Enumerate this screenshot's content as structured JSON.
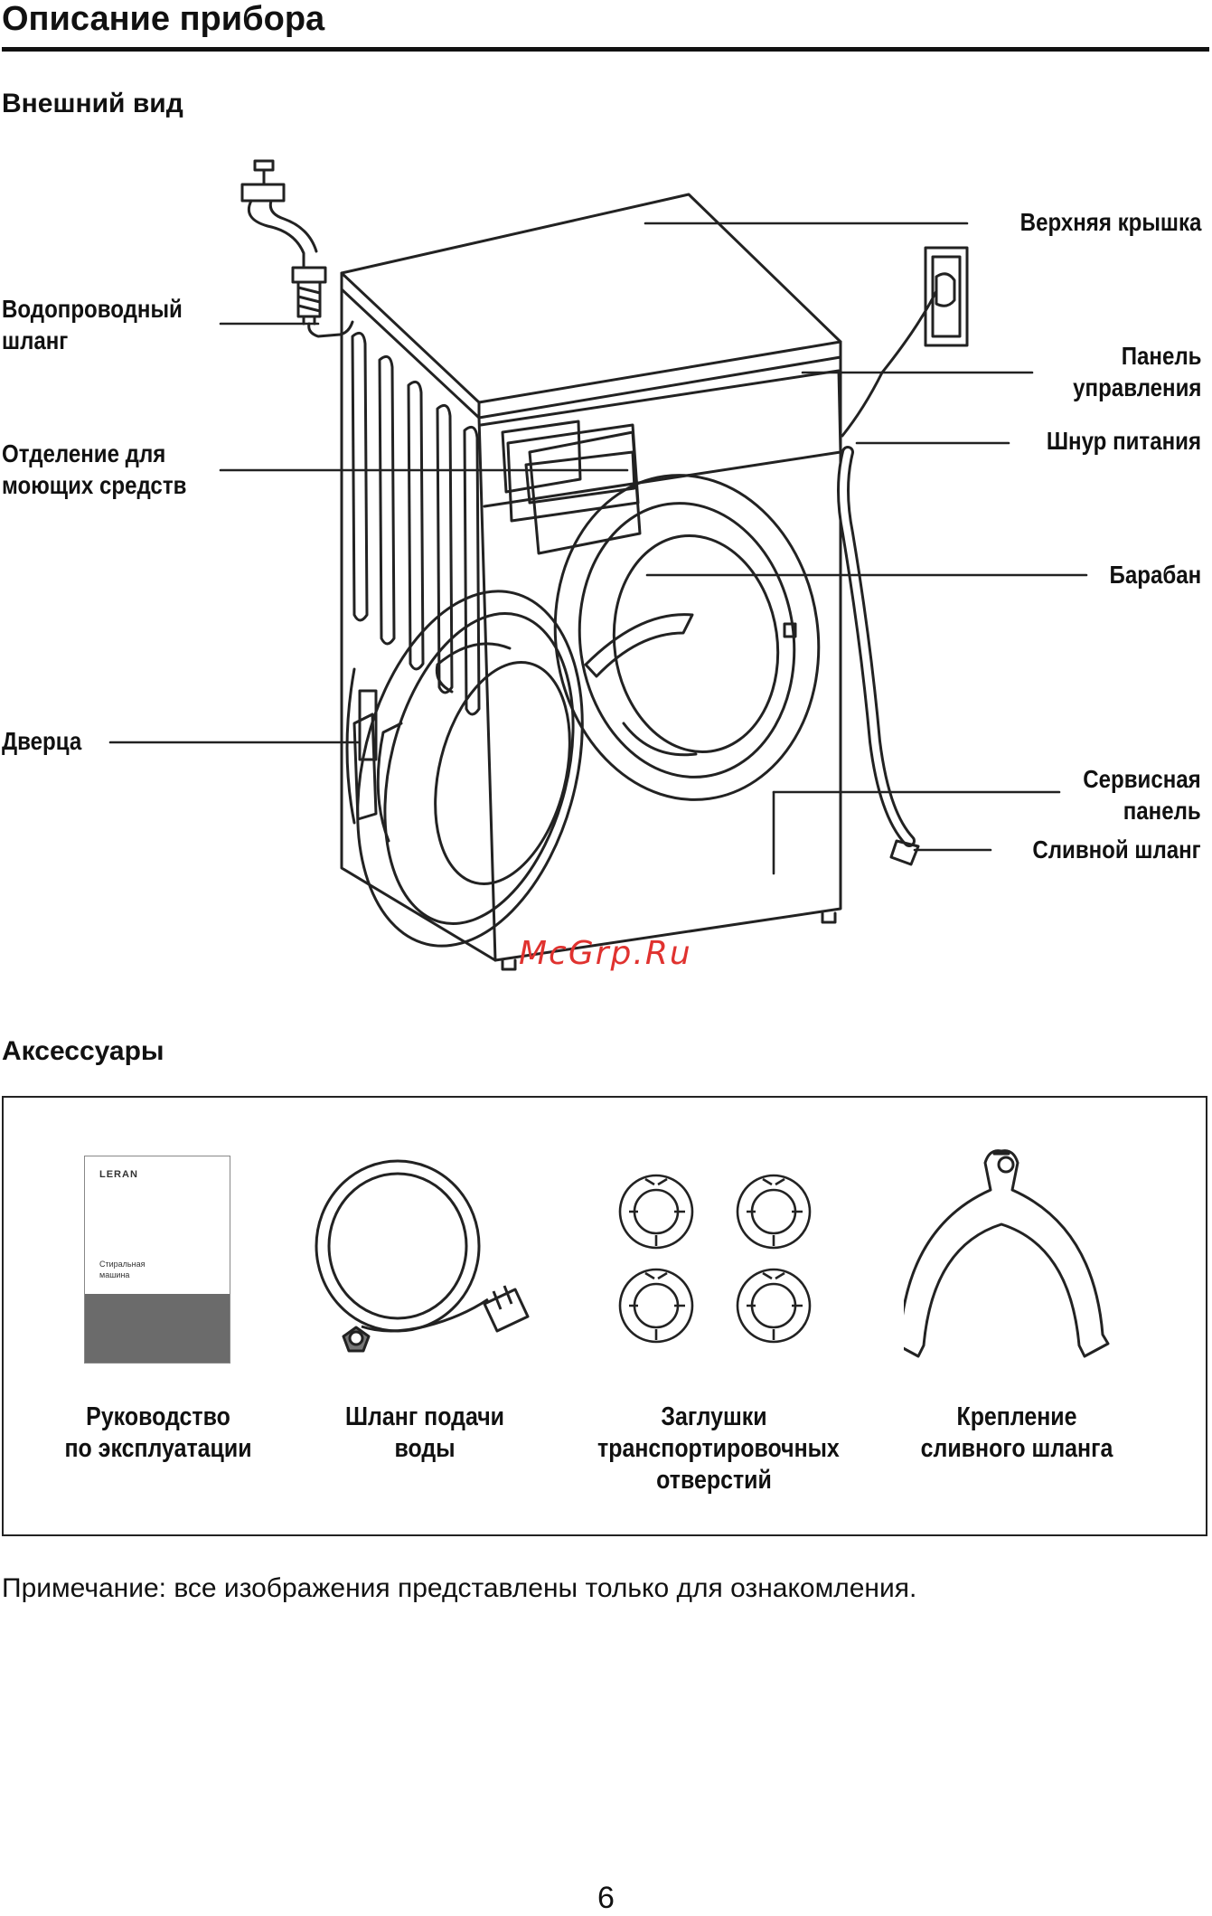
{
  "page_title": "Описание прибора",
  "section_exterior": "Внешний вид",
  "labels_left": {
    "water_hose": [
      "Водопроводный",
      "шланг"
    ],
    "detergent": [
      "Отделение для",
      "моющих средств"
    ],
    "door": [
      "Дверца"
    ]
  },
  "labels_right": {
    "top_cover": [
      "Верхняя крышка"
    ],
    "control_panel": [
      "Панель",
      "управления"
    ],
    "power_cord": [
      "Шнур питания"
    ],
    "drum": [
      "Барабан"
    ],
    "service_panel": [
      "Сервисная",
      "панель"
    ],
    "drain_hose": [
      "Сливной шланг"
    ]
  },
  "watermark": "McGrp.Ru",
  "section_accessories": "Аксессуары",
  "manual_cover": {
    "brand": "LERAN",
    "line1": "Стиральная",
    "line2": "машина"
  },
  "accessories": [
    {
      "line1": "Руководство",
      "line2": "по эксплуатации",
      "line3": ""
    },
    {
      "line1": "Шланг подачи",
      "line2": "воды",
      "line3": ""
    },
    {
      "line1": "Заглушки",
      "line2": "транспортировочных",
      "line3": "отверстий"
    },
    {
      "line1": "Крепление",
      "line2": "сливного шланга",
      "line3": ""
    }
  ],
  "note": "Примечание: все изображения представлены только для ознакомления.",
  "page_number": "6"
}
